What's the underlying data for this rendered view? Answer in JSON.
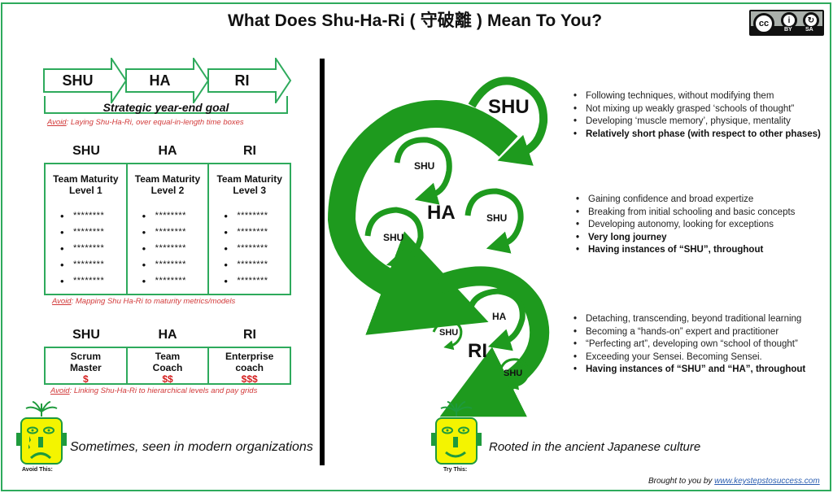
{
  "title": "What Does Shu-Ha-Ri ( 守破離 ) Mean To You?",
  "license": {
    "icon": "cc-by-sa-icon",
    "labels": [
      "BY",
      "SA"
    ]
  },
  "colors": {
    "accent_green": "#2eaa5c",
    "arrow_green": "#1e9a1e",
    "avoid_red": "#d23a3a",
    "pay_red": "#d42020",
    "face_yellow": "#f4f400",
    "link_blue": "#2a5db0"
  },
  "left": {
    "timeline": {
      "arrows": [
        "SHU",
        "HA",
        "RI"
      ],
      "goal": "Strategic  year-end goal",
      "avoid_label": "Avoid",
      "avoid_text": ": Laying Shu-Ha-Ri, over equal-in-length time  boxes"
    },
    "maturity": {
      "headers": [
        "SHU",
        "HA",
        "RI"
      ],
      "cells": [
        {
          "title1": "Team Maturity",
          "title2": "Level 1",
          "items": [
            "********",
            "********",
            "********",
            "********",
            "********"
          ]
        },
        {
          "title1": "Team Maturity",
          "title2": "Level 2",
          "items": [
            "********",
            "********",
            "********",
            "********",
            "********"
          ]
        },
        {
          "title1": "Team Maturity",
          "title2": "Level 3",
          "items": [
            "********",
            "********",
            "********",
            "********",
            "********"
          ]
        }
      ],
      "avoid_label": "Avoid",
      "avoid_text": ": Mapping Shu Ha-Ri to maturity metrics/models"
    },
    "roles": {
      "headers": [
        "SHU",
        "HA",
        "RI"
      ],
      "cells": [
        {
          "line1": "Scrum",
          "line2": "Master",
          "pay": "$"
        },
        {
          "line1": "Team",
          "line2": "Coach",
          "pay": "$$"
        },
        {
          "line1": "Enterprise",
          "line2": "coach",
          "pay": "$$$"
        }
      ],
      "avoid_label": "Avoid",
      "avoid_text": ": Linking Shu-Ha-Ri to hierarchical  levels and pay grids"
    },
    "footer_note": "Sometimes, seen in modern organizations",
    "face_caption": "Avoid This:"
  },
  "right": {
    "diagram_labels": {
      "shu_main": "SHU",
      "ha_main": "HA",
      "ri_main": "RI",
      "shu_small": "SHU",
      "ha_small": "HA"
    },
    "shu_bullets": [
      {
        "text": "Following techniques, without modifying them",
        "bold": false
      },
      {
        "text": "Not mixing up weakly grasped ‘schools of thought”",
        "bold": false
      },
      {
        "text": "Developing ‘muscle memory’, physique, mentality",
        "bold": false
      },
      {
        "text": "Relatively short phase (with respect to other phases)",
        "bold": true
      }
    ],
    "ha_bullets": [
      {
        "text": "Gaining confidence and broad expertize",
        "bold": false
      },
      {
        "text": "Breaking from initial schooling and basic concepts",
        "bold": false
      },
      {
        "text": "Developing autonomy, looking for exceptions",
        "bold": false
      },
      {
        "text": "Very long journey",
        "bold": true
      },
      {
        "text": "Having instances of “SHU”, throughout",
        "bold": true
      }
    ],
    "ri_bullets": [
      {
        "text": "Detaching, transcending, beyond traditional learning",
        "bold": false
      },
      {
        "text": "Becoming a “hands-on” expert and practitioner",
        "bold": false
      },
      {
        "text": "“Perfecting art”, developing own “school of thought”",
        "bold": false
      },
      {
        "text": "Exceeding your Sensei. Becoming Sensei.",
        "bold": false
      },
      {
        "text": "Having instances of “SHU” and “HA”, throughout",
        "bold": true
      }
    ],
    "footer_note": "Rooted in the ancient Japanese culture",
    "face_caption": "Try This:"
  },
  "credit": {
    "prefix": "Brought to you by ",
    "link": "www.keystepstosuccess.com"
  }
}
